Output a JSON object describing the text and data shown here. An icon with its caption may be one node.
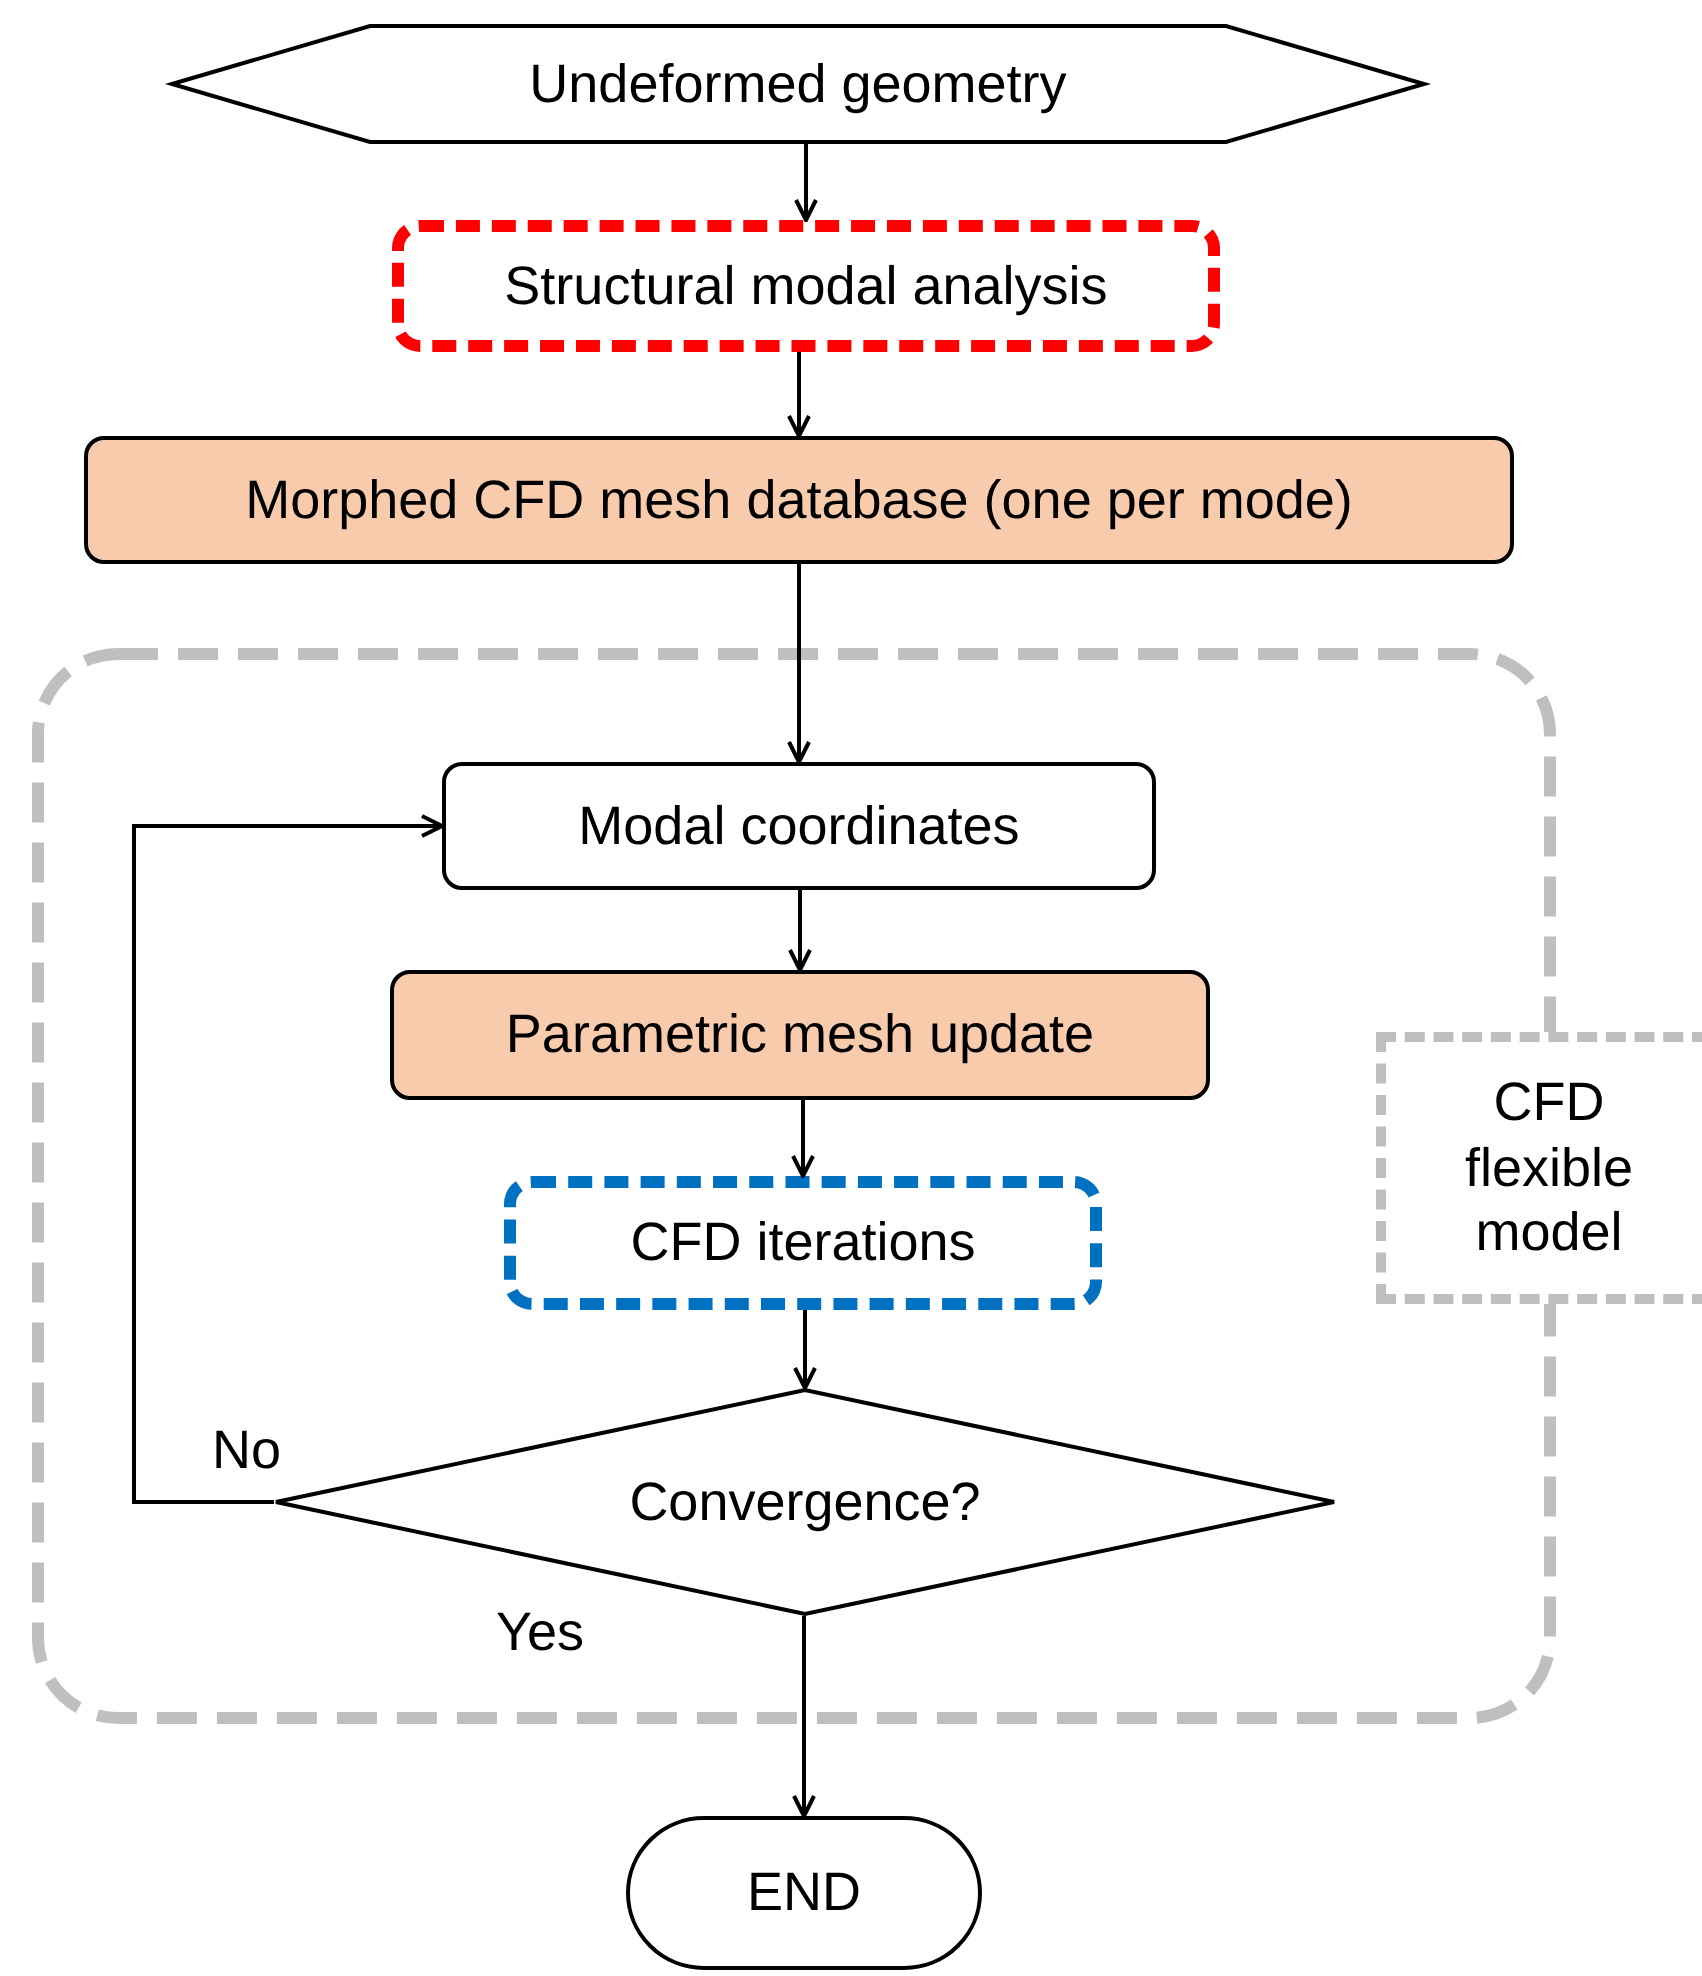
{
  "diagram": {
    "nodes": [
      {
        "text": [
          "Undeformed geometry"
        ]
      },
      {
        "text": [
          "Structural modal analysis"
        ]
      },
      {
        "text": [
          "Morphed CFD mesh database (one per mode)"
        ]
      },
      {
        "text": [],
        "shape": "box"
      },
      {
        "text": [
          "CFD flexible model"
        ]
      },
      {
        "text": [
          "Modal coordinates"
        ],
        "in": 3
      },
      {
        "text": [
          "Parametric mesh update"
        ],
        "in": 3
      },
      {
        "text": [
          "CFD iterations"
        ],
        "in": 3
      },
      {
        "text": [
          "Convergence?"
        ],
        "in": 3
      },
      {
        "text": [
          "END"
        ]
      }
    ],
    "edges": [
      {
        "from": 0,
        "to": 1,
        "arrow": "to"
      },
      {
        "from": 1,
        "to": 2,
        "arrow": "to"
      },
      {
        "from": 2,
        "to": 5,
        "arrow": "to"
      },
      {
        "from": 5,
        "to": 6,
        "arrow": "to"
      },
      {
        "from": 6,
        "to": 7,
        "arrow": "to"
      },
      {
        "from": 7,
        "to": 8,
        "arrow": "to"
      },
      {
        "from": 8,
        "to": 5,
        "arrow": "to",
        "label": "No"
      },
      {
        "from": 8,
        "to": 9,
        "arrow": "to",
        "label": "Yes"
      }
    ]
  }
}
